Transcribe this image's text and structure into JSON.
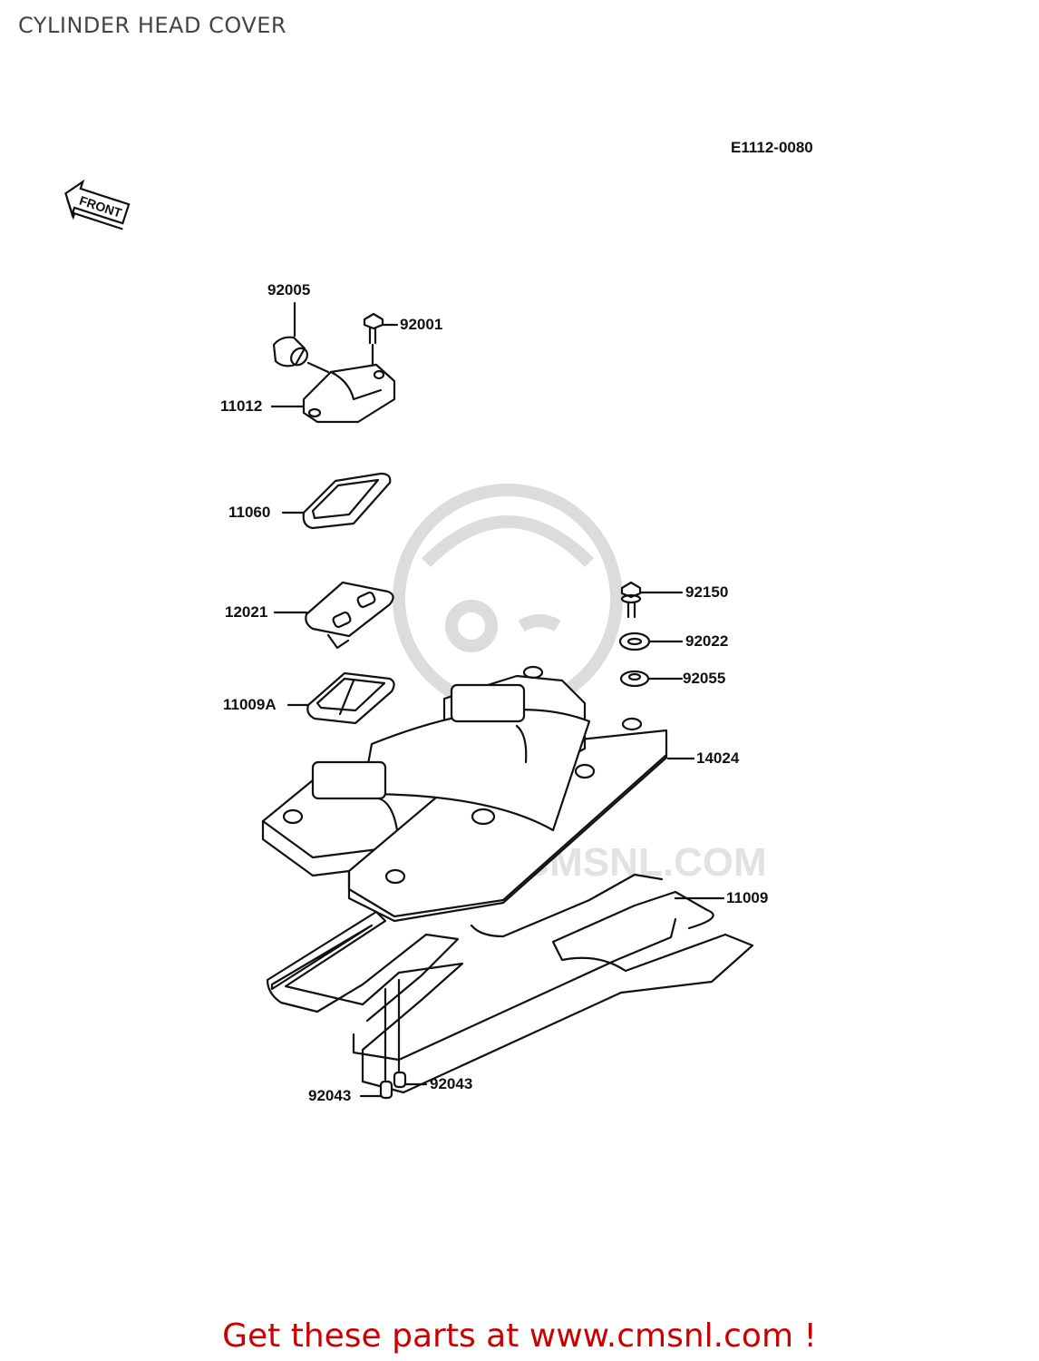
{
  "title": "CYLINDER HEAD COVER",
  "diagram_code": "E1112-0080",
  "front_marker": "FRONT",
  "footer": "Get these parts at www.cmsnl.com !",
  "watermark": "WWW.CMSNL.COM",
  "part_labels": {
    "p92005": "92005",
    "p92001": "92001",
    "p11012": "11012",
    "p11060": "11060",
    "p12021": "12021",
    "p11009A": "11009A",
    "p92150": "92150",
    "p92022": "92022",
    "p92055": "92055",
    "p14024": "14024",
    "p11009": "11009",
    "p92043_left": "92043",
    "p92043_right": "92043"
  },
  "colors": {
    "line": "#111111",
    "footer": "#cc0000",
    "watermark": "#d8d8d8"
  }
}
